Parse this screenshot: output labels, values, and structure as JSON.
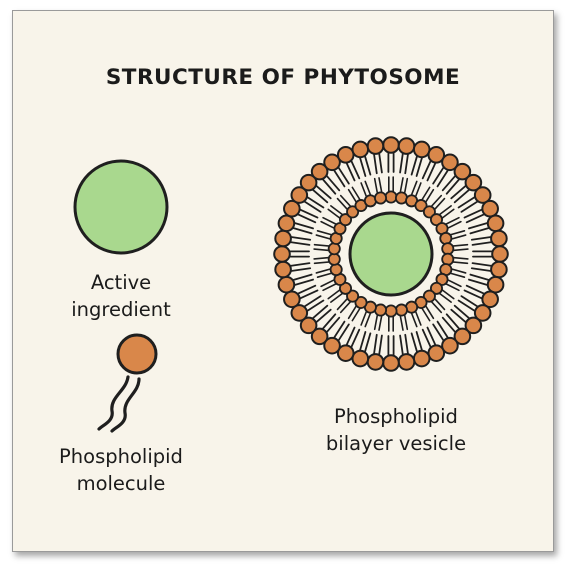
{
  "title": "STRUCTURE OF PHYTOSOME",
  "active_ingredient": {
    "line1": "Active",
    "line2": "ingredient"
  },
  "phospholipid_molecule": {
    "line1": "Phospholipid",
    "line2": "molecule"
  },
  "vesicle": {
    "line1": "Phospholipid",
    "line2": "bilayer vesicle"
  },
  "colors": {
    "ingredient_fill": "#a9d88e",
    "head_fill": "#d9874a",
    "outline": "#1f1f1f",
    "background": "#f8f4ea"
  }
}
